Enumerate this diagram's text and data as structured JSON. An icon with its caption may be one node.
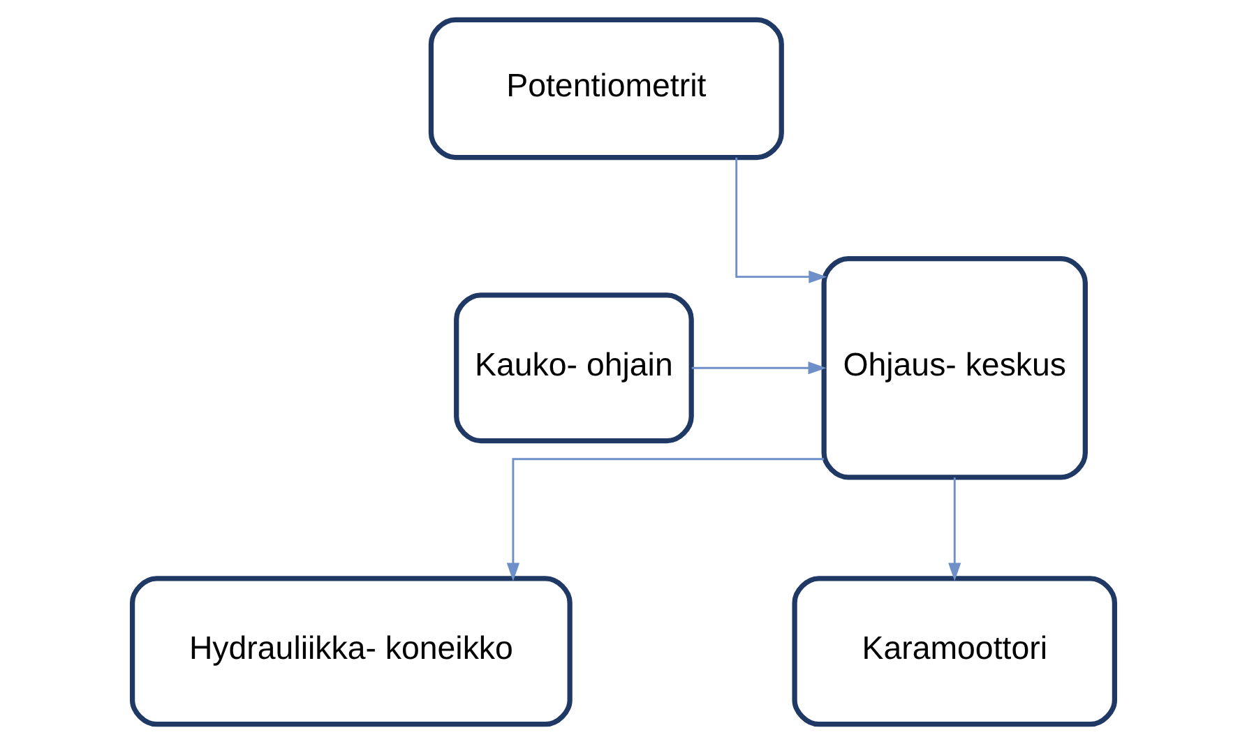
{
  "diagram": {
    "nodes": [
      {
        "text": [
          "Ohjaus- keskus"
        ]
      },
      {
        "text": [
          "Kauko- ohjain"
        ]
      },
      {
        "text": [
          "Potentiometrit"
        ]
      },
      {
        "text": [
          "Hydrauliikka- koneikko"
        ]
      },
      {
        "text": [
          "Karamoottori"
        ]
      }
    ],
    "edges": [
      {
        "from": 1,
        "to": 0,
        "arrow": "to"
      },
      {
        "from": 2,
        "to": 0,
        "arrow": "to"
      },
      {
        "from": 0,
        "to": 3,
        "arrow": "to"
      },
      {
        "from": 0,
        "to": 4,
        "arrow": "to"
      }
    ]
  }
}
